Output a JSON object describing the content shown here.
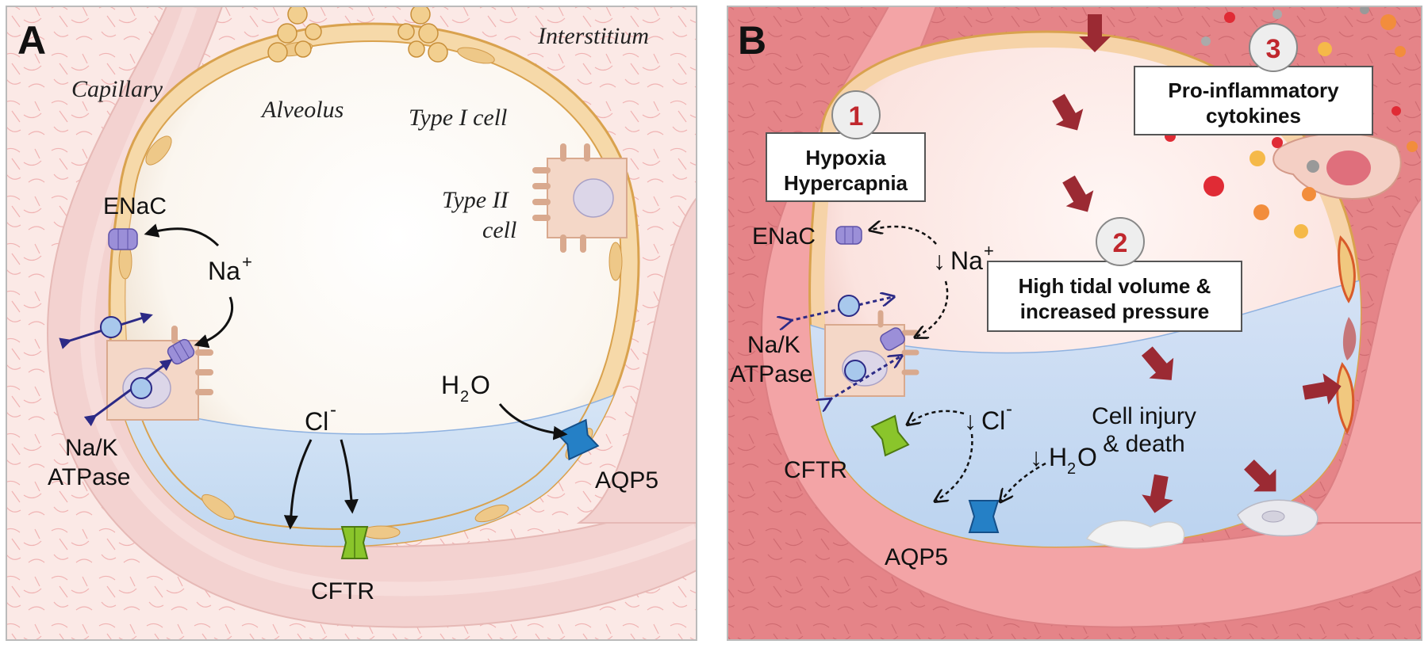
{
  "panel_a": {
    "letter": "A",
    "labels": {
      "capillary": "Capillary",
      "alveolus": "Alveolus",
      "interstitium": "Interstitium",
      "type1": "Type I cell",
      "type2_line1": "Type II",
      "type2_line2": "cell",
      "enac": "ENaC",
      "na": "Na",
      "na_sup": "+",
      "nak_line1": "Na/K",
      "nak_line2": "ATPase",
      "cl": "Cl",
      "cl_sup": "-",
      "h2o_h": "H",
      "h2o_sub": "2",
      "h2o_o": "O",
      "aqp5": "AQP5",
      "cftr": "CFTR"
    }
  },
  "panel_b": {
    "letter": "B",
    "badges": [
      {
        "num": "1",
        "lines": [
          "Hypoxia",
          "Hypercapnia"
        ]
      },
      {
        "num": "2",
        "lines": [
          "High tidal volume &",
          "increased pressure"
        ]
      },
      {
        "num": "3",
        "lines": [
          "Pro-inflammatory",
          "cytokines"
        ]
      }
    ],
    "labels": {
      "enac": "ENaC",
      "na": "Na",
      "na_sup": "+",
      "nak_line1": "Na/K",
      "nak_line2": "ATPase",
      "cl": "Cl",
      "cl_sup": "-",
      "h2o_h": "H",
      "h2o_sub": "2",
      "h2o_o": "O",
      "cftr": "CFTR",
      "aqp5": "AQP5",
      "injury_line1": "Cell injury",
      "injury_line2": "& death",
      "down_arrow": "↓"
    }
  },
  "colors": {
    "tissue_a": "#fbe9e6",
    "fibers": "#f2b6b4",
    "capillary_wall": "#f1cdcd",
    "epithelium": "#f7dcb0",
    "epithelium_edge": "#e3b25e",
    "fluid": "#c7ddf3",
    "tissue_b": "#e88a8c",
    "capillary_b": "#f4a9a9",
    "enac": "#9b8fd8",
    "pump_circle": "#a8c8ec",
    "pump_arrow": "#2c2a86",
    "cftr": "#8ac52b",
    "aqp5": "#2580c6",
    "arrow_red": "#9b2a33",
    "badge_num": "#c0272d"
  }
}
